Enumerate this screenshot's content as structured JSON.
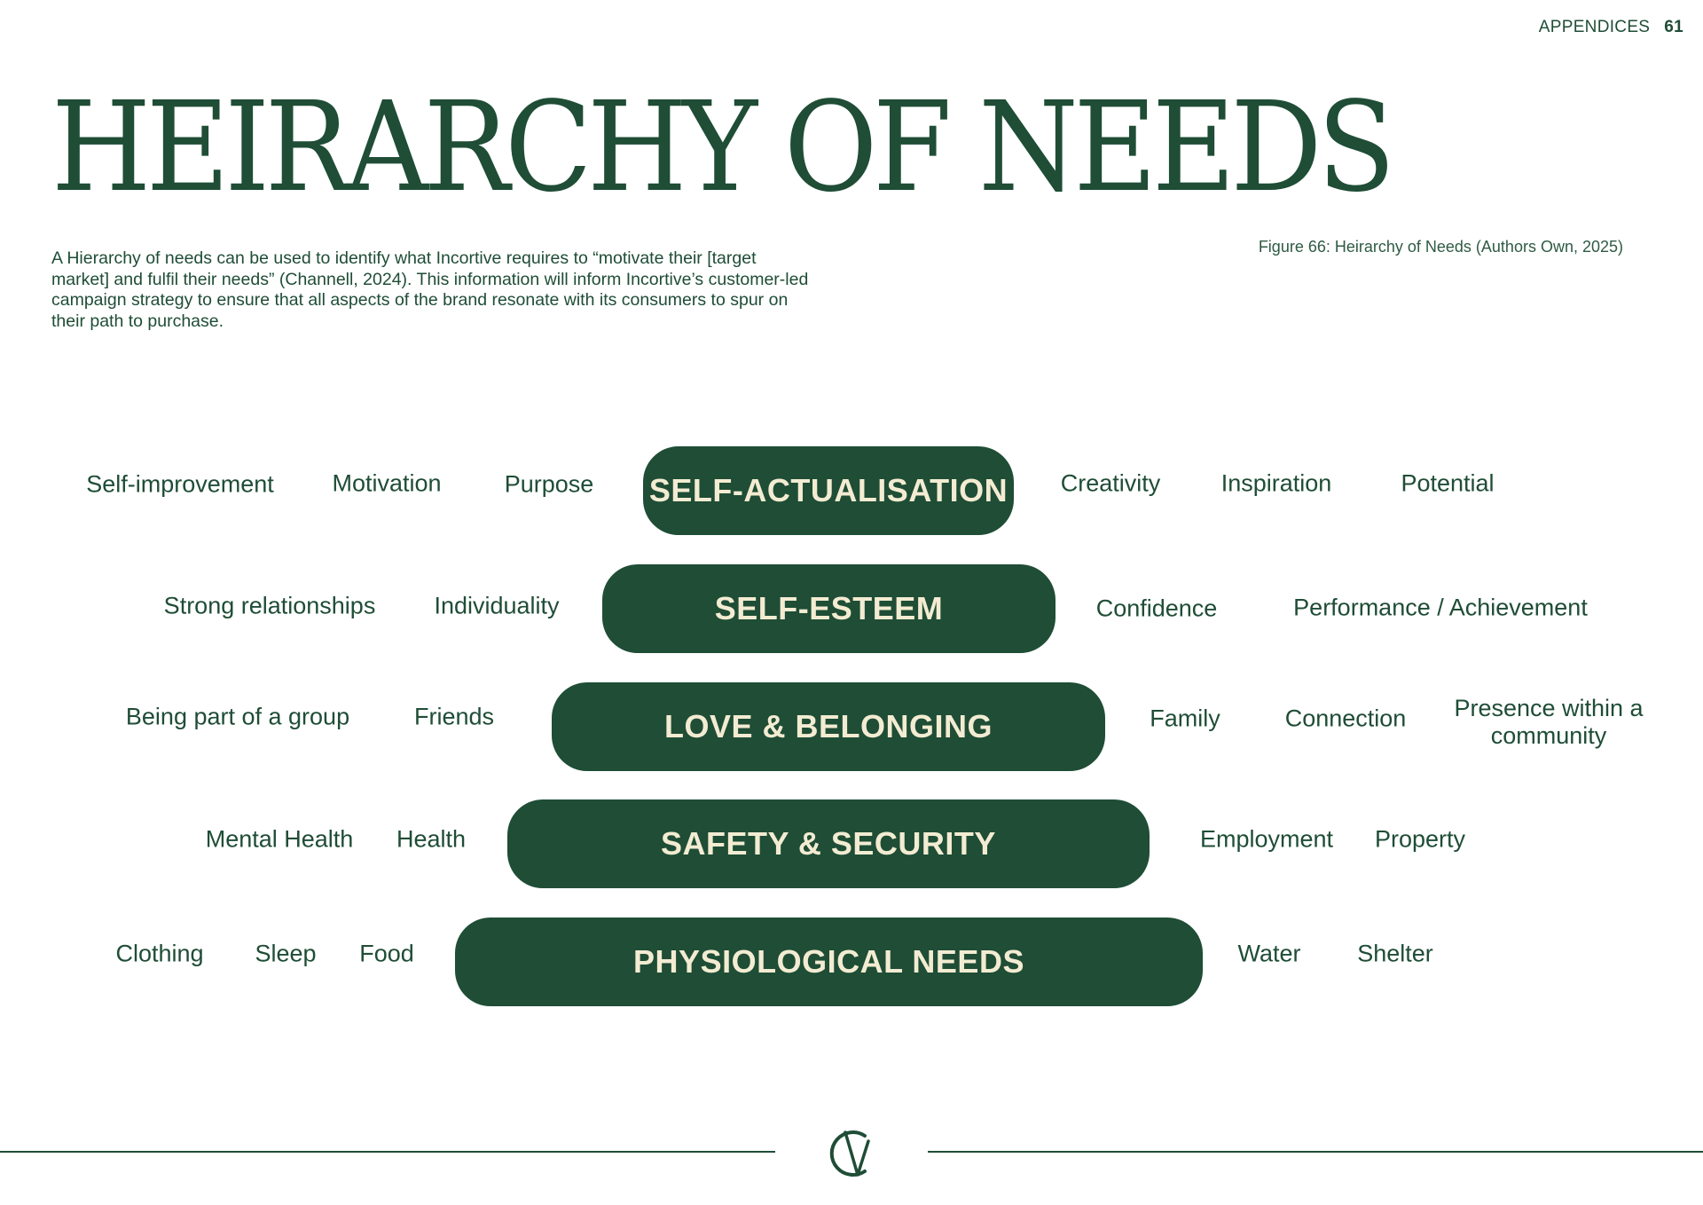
{
  "header": {
    "section": "APPENDICES",
    "page_number": "61"
  },
  "title": "HEIRARCHY OF NEEDS",
  "intro": "A Hierarchy of needs can be used to identify what Incortive requires to “motivate their [target market] and fulfil their needs” (Channell, 2024). This information will inform Incortive’s customer-led campaign strategy to ensure that all aspects of the brand resonate with its consumers to spur on their path to purchase.",
  "caption": "Figure 66: Heirarchy of Needs (Authors Own, 2025)",
  "colors": {
    "primary": "#1f4d36",
    "tier_text": "#f3ecd2",
    "background": "#ffffff"
  },
  "logo": {
    "icon": "cv-monogram-logo"
  },
  "tiers": [
    {
      "label": "SELF-ACTUALISATION",
      "left": [
        "Self-improvement",
        "Motivation",
        "Purpose"
      ],
      "right": [
        "Creativity",
        "Inspiration",
        "Potential"
      ]
    },
    {
      "label": "SELF-ESTEEM",
      "left": [
        "Strong relationships",
        "Individuality"
      ],
      "right": [
        "Confidence",
        "Performance / Achievement"
      ]
    },
    {
      "label": "LOVE & BELONGING",
      "left": [
        "Being part of a group",
        "Friends"
      ],
      "right": [
        "Family",
        "Connection",
        "Presence within a community"
      ]
    },
    {
      "label": "SAFETY & SECURITY",
      "left": [
        "Mental Health",
        "Health"
      ],
      "right": [
        "Employment",
        "Property"
      ]
    },
    {
      "label": "PHYSIOLOGICAL NEEDS",
      "left": [
        "Clothing",
        "Sleep",
        "Food"
      ],
      "right": [
        "Water",
        "Shelter"
      ]
    }
  ]
}
